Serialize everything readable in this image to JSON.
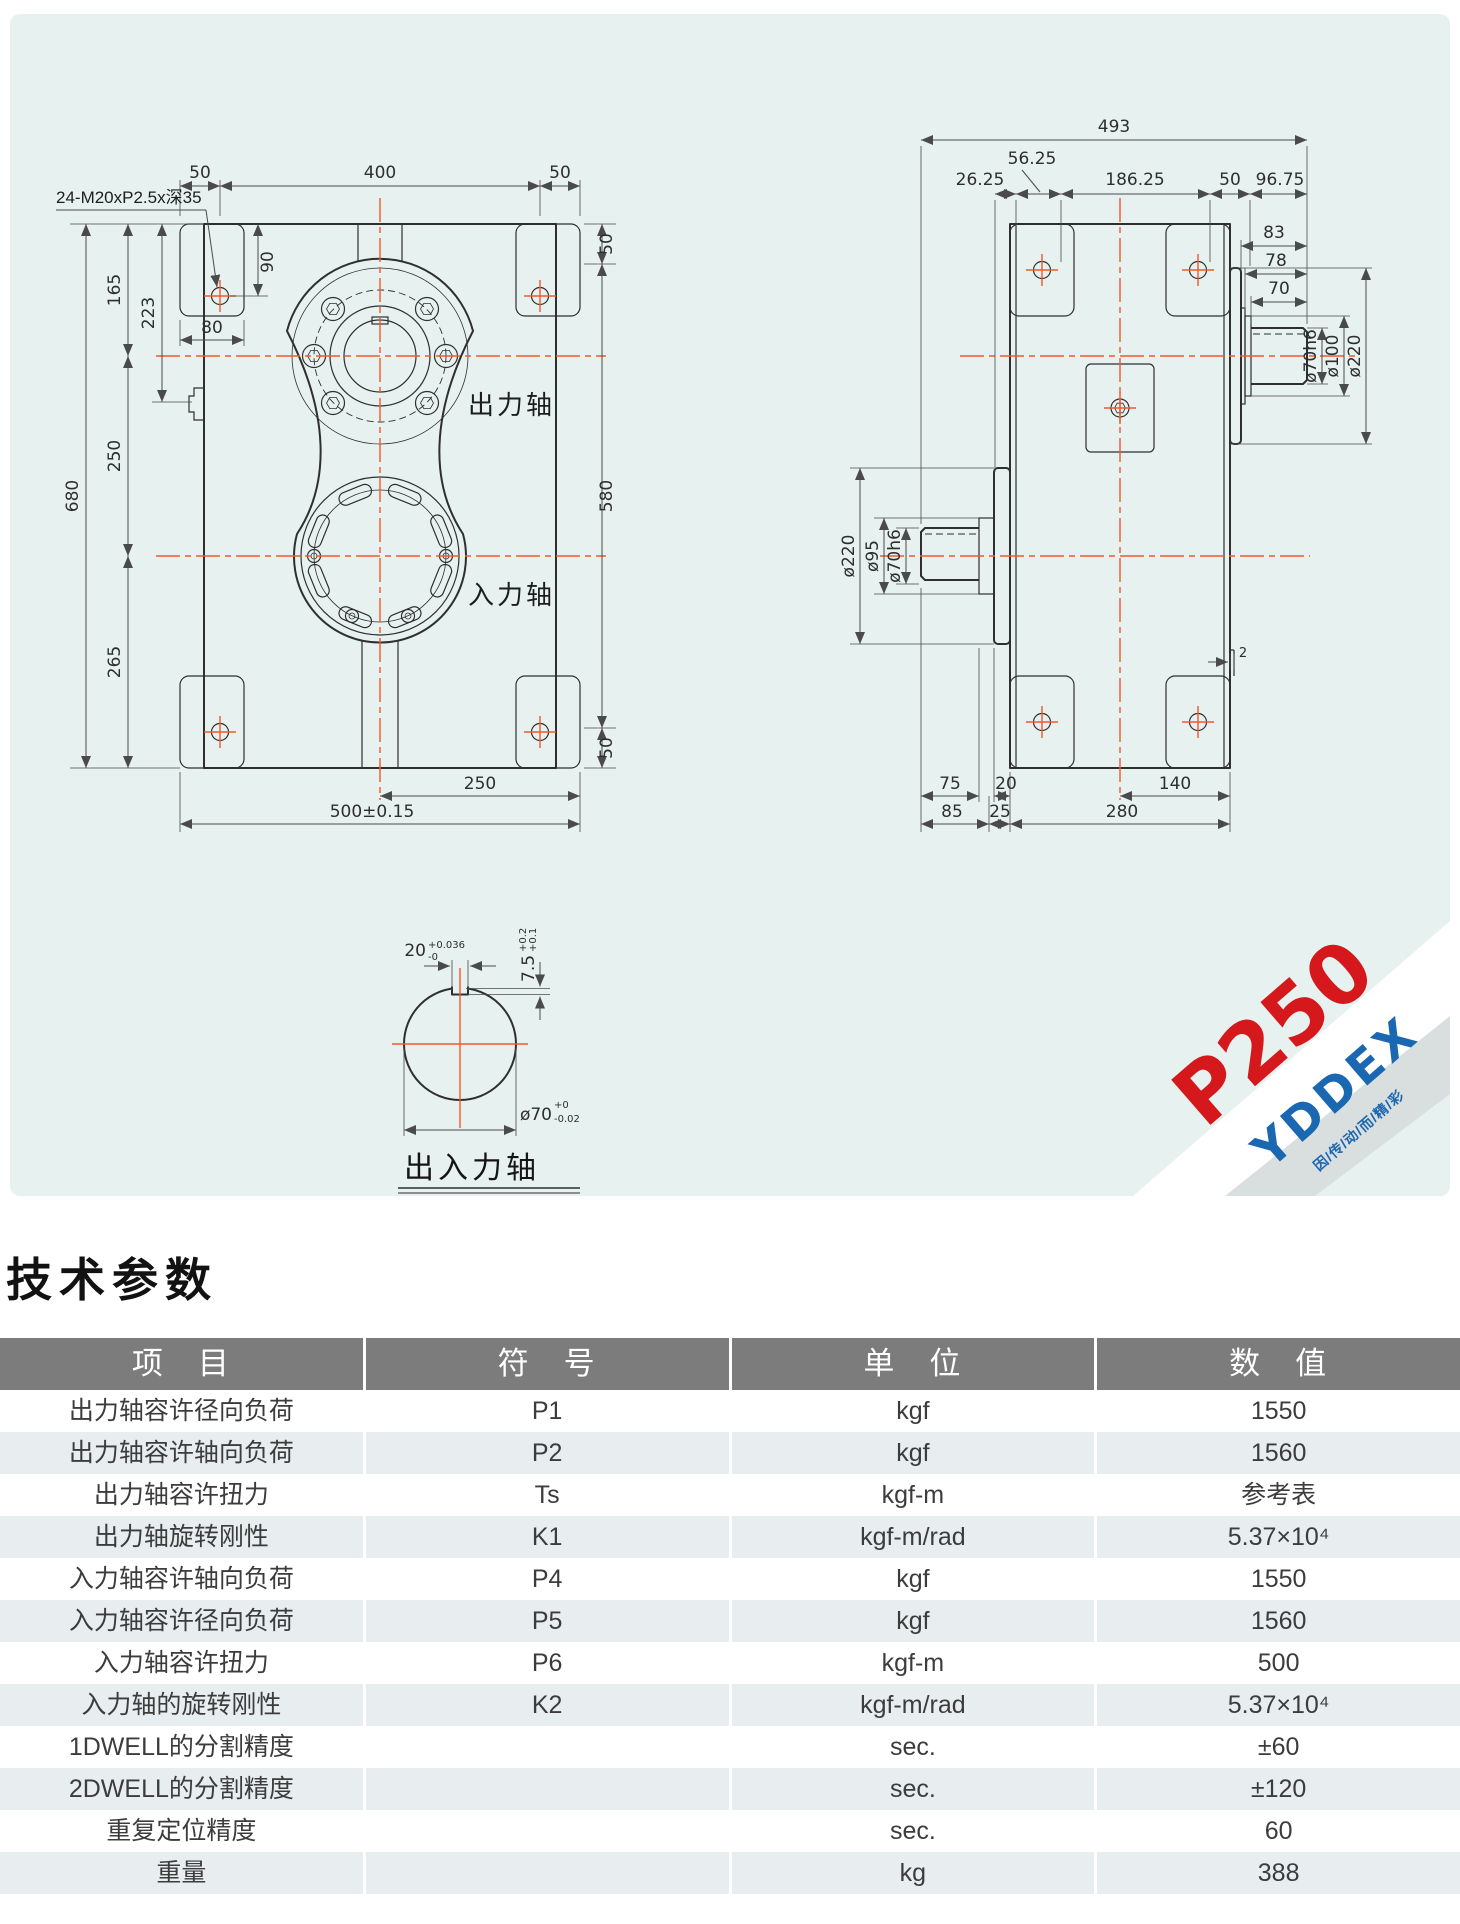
{
  "panel": {
    "bg": "#e6f1f0"
  },
  "front_view": {
    "thread_note": "24-M20xP2.5x深35",
    "output_label": "出力轴",
    "input_label": "入力轴",
    "top_50l": "50",
    "top_400": "400",
    "top_50r": "50",
    "h680": "680",
    "v165": "165",
    "v223": "223",
    "v250": "250",
    "v265": "265",
    "d90": "90",
    "d80": "80",
    "r50t": "50",
    "r580": "580",
    "r50b": "50",
    "b250": "250",
    "b500": "500±0.15"
  },
  "side_view": {
    "total493": "493",
    "d5625": "56.25",
    "d2625": "26.25",
    "d18625": "186.25",
    "d50": "50",
    "d9675": "96.75",
    "d83": "83",
    "d78": "78",
    "d70": "70",
    "out_dia1": "ø70h6",
    "out_dia2": "ø100",
    "out_dia3": "ø220",
    "in_dia1": "ø220",
    "in_dia2": "ø95",
    "in_dia3": "ø70h6",
    "step2": "2",
    "b75": "75",
    "b20": "20",
    "b140": "140",
    "b85": "85",
    "b25": "25",
    "b280": "280"
  },
  "shaft_detail": {
    "title": "出入力轴",
    "kw": "20",
    "kw_tol_top": "+0.036",
    "kw_tol_bot": "-0",
    "kd": "7.5",
    "kd_tol_top": "+0.2",
    "kd_tol_bot": "+0.1",
    "dia": "ø70",
    "dia_tol_top": "+0",
    "dia_tol_bot": "-0.02"
  },
  "logo": {
    "model": "P250",
    "brand": "YDDEX",
    "slogan": "因/传/动/而/精/彩",
    "model_color": "#d5181b",
    "brand_color": "#1a67b2"
  },
  "specs": {
    "title": "技术参数",
    "headers": [
      "项　目",
      "符　号",
      "单　位",
      "数　值"
    ],
    "rows": [
      {
        "item": "出力轴容许径向负荷",
        "symbol": "P1",
        "unit": "kgf",
        "value": "1550"
      },
      {
        "item": "出力轴容许轴向负荷",
        "symbol": "P2",
        "unit": "kgf",
        "value": "1560"
      },
      {
        "item": "出力轴容许扭力",
        "symbol": "Ts",
        "unit": "kgf-m",
        "value": "参考表"
      },
      {
        "item": "出力轴旋转刚性",
        "symbol": "K1",
        "unit": "kgf-m/rad",
        "value": "5.37×10⁴"
      },
      {
        "item": "入力轴容许轴向负荷",
        "symbol": "P4",
        "unit": "kgf",
        "value": "1550"
      },
      {
        "item": "入力轴容许径向负荷",
        "symbol": "P5",
        "unit": "kgf",
        "value": "1560"
      },
      {
        "item": "入力轴容许扭力",
        "symbol": "P6",
        "unit": "kgf-m",
        "value": "500"
      },
      {
        "item": "入力轴的旋转刚性",
        "symbol": "K2",
        "unit": "kgf-m/rad",
        "value": "5.37×10⁴"
      },
      {
        "item": "1DWELL的分割精度",
        "symbol": "",
        "unit": "sec.",
        "value": "±60"
      },
      {
        "item": "2DWELL的分割精度",
        "symbol": "",
        "unit": "sec.",
        "value": "±120"
      },
      {
        "item": "重复定位精度",
        "symbol": "",
        "unit": "sec.",
        "value": "60"
      },
      {
        "item": "重量",
        "symbol": "",
        "unit": "kg",
        "value": "388"
      }
    ]
  }
}
